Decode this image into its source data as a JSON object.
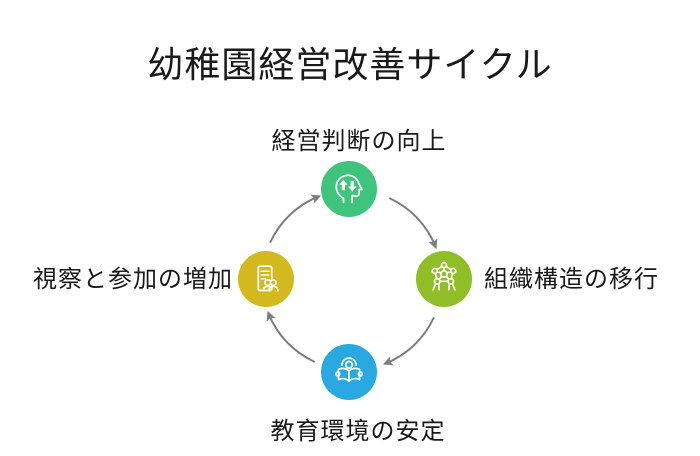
{
  "title": "幼稚園経営改善サイクル",
  "diagram": {
    "type": "cycle",
    "direction": "clockwise",
    "arrow_color": "#7d7d7d",
    "text_color": "#1a1a1a",
    "icon_color": "#ffffff",
    "nodes": [
      {
        "position": "top",
        "label": "経営判断の向上",
        "color": "#3fc47e",
        "icon": "head-with-arrows-icon"
      },
      {
        "position": "right",
        "label": "組織構造の移行",
        "color": "#8fbe26",
        "icon": "people-network-icon"
      },
      {
        "position": "bottom",
        "label": "教育環境の安定",
        "color": "#29a9e0",
        "icon": "person-reading-book-icon"
      },
      {
        "position": "left",
        "label": "視察と参加の増加",
        "color": "#d4b91e",
        "icon": "document-with-people-icon"
      }
    ]
  }
}
